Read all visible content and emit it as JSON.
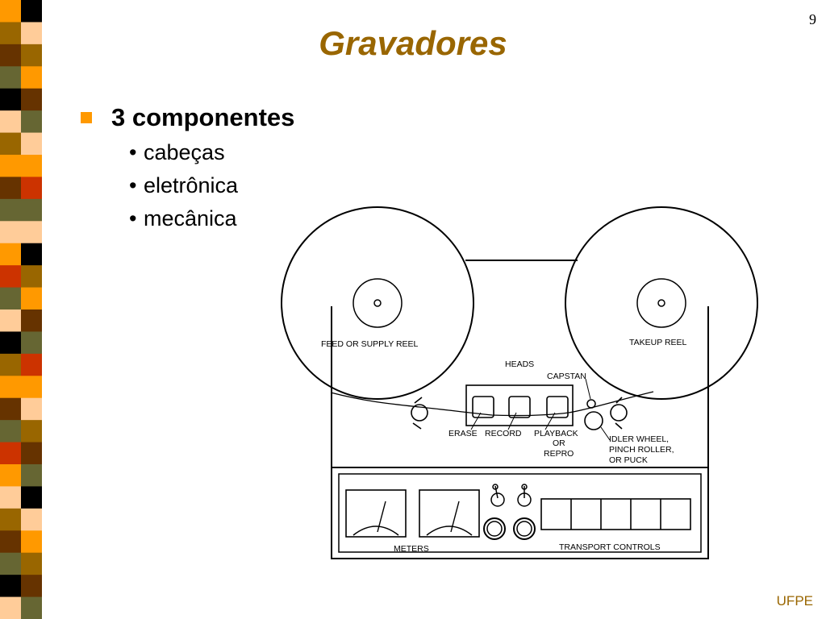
{
  "slide": {
    "page_number": "9",
    "title": "Gravadores",
    "footer": "UFPE"
  },
  "content": {
    "main_bullet": "3 componentes",
    "sub_bullets": [
      "cabeças",
      "eletrônica",
      "mecânica"
    ]
  },
  "colors": {
    "title": "#996600",
    "bullet": "#FF9900",
    "stripe": [
      "#FF9900",
      "#996600",
      "#663300",
      "#666633",
      "#000000",
      "#FFCC99",
      "#CC3300"
    ]
  },
  "diagram": {
    "labels": {
      "feed_reel": "FEED OR SUPPLY REEL",
      "takeup_reel": "TAKEUP REEL",
      "heads": "HEADS",
      "capstan": "CAPSTAN",
      "erase": "ERASE",
      "record": "RECORD",
      "playback_1": "PLAYBACK",
      "playback_2": "OR",
      "playback_3": "REPRO",
      "idler_1": "IDLER WHEEL,",
      "idler_2": "PINCH ROLLER,",
      "idler_3": "OR PUCK",
      "meters": "METERS",
      "transport": "TRANSPORT CONTROLS"
    }
  }
}
